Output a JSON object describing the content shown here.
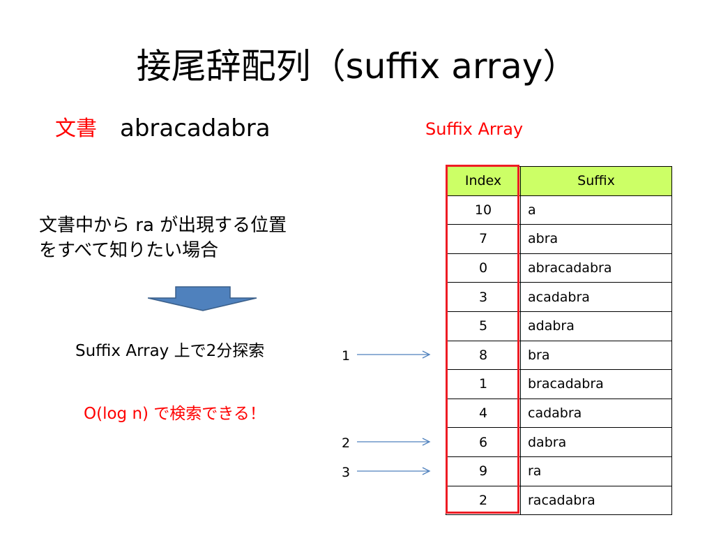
{
  "slide": {
    "title": "接尾辞配列（suffix array）",
    "document_label": "文書",
    "document_text": "abracadabra",
    "suffix_array_label": "Suffix Array",
    "question_lines": [
      "文書中から ra が出現する位置",
      "をすべて知りたい場合"
    ],
    "search_text": "Suffix Array 上で2分探索",
    "complexity_text": "O(log n) で検索できる！",
    "colors": {
      "accent_red": "#ff0000",
      "header_green": "#ccff66",
      "arrow_blue": "#4f81bd"
    }
  },
  "table": {
    "headers": {
      "index": "Index",
      "suffix": "Suffix"
    },
    "rows": [
      {
        "index": "10",
        "suffix": "a"
      },
      {
        "index": "7",
        "suffix": "abra"
      },
      {
        "index": "0",
        "suffix": "abracadabra"
      },
      {
        "index": "3",
        "suffix": "acadabra"
      },
      {
        "index": "5",
        "suffix": "adabra"
      },
      {
        "index": "8",
        "suffix": "bra"
      },
      {
        "index": "1",
        "suffix": "bracadabra"
      },
      {
        "index": "4",
        "suffix": "cadabra"
      },
      {
        "index": "6",
        "suffix": "dabra"
      },
      {
        "index": "9",
        "suffix": "ra"
      },
      {
        "index": "2",
        "suffix": "racadabra"
      }
    ]
  },
  "pointers": [
    {
      "label": "1",
      "target_row_index": 5
    },
    {
      "label": "2",
      "target_row_index": 8
    },
    {
      "label": "3",
      "target_row_index": 9
    }
  ]
}
